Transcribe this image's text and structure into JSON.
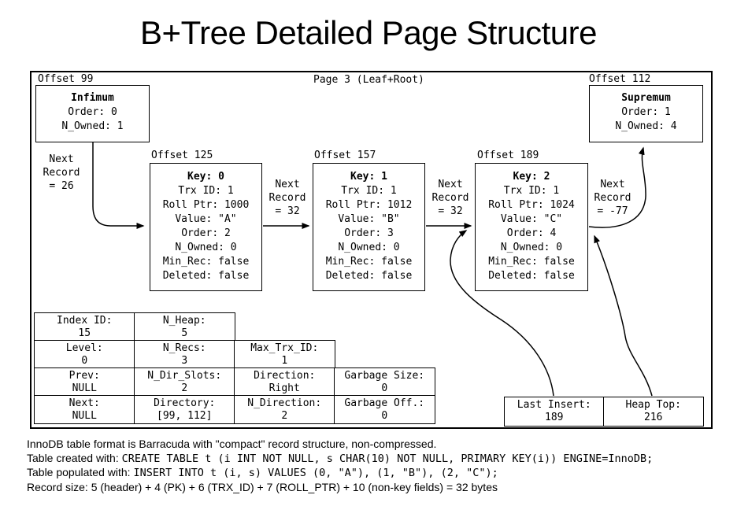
{
  "title": "B+Tree Detailed Page Structure",
  "diagram": {
    "page_label": "Page 3 (Leaf+Root)",
    "infimum": {
      "offset": "Offset 99",
      "name": "Infimum",
      "lines": [
        "Order: 0",
        "N_Owned: 1"
      ]
    },
    "supremum": {
      "offset": "Offset 112",
      "name": "Supremum",
      "lines": [
        "Order: 1",
        "N_Owned: 4"
      ]
    },
    "records": [
      {
        "offset": "Offset 125",
        "title": "Key: 0",
        "lines": [
          "Trx ID: 1",
          "Roll Ptr: 1000",
          "Value: \"A\"",
          "Order: 2",
          "N_Owned: 0",
          "Min_Rec: false",
          "Deleted: false"
        ]
      },
      {
        "offset": "Offset 157",
        "title": "Key: 1",
        "lines": [
          "Trx ID: 1",
          "Roll Ptr: 1012",
          "Value: \"B\"",
          "Order: 3",
          "N_Owned: 0",
          "Min_Rec: false",
          "Deleted: false"
        ]
      },
      {
        "offset": "Offset 189",
        "title": "Key: 2",
        "lines": [
          "Trx ID: 1",
          "Roll Ptr: 1024",
          "Value: \"C\"",
          "Order: 4",
          "N_Owned: 0",
          "Min_Rec: false",
          "Deleted: false"
        ]
      }
    ],
    "next_labels": {
      "infimum_to_key0": [
        "Next",
        "Record",
        "= 26"
      ],
      "key0_to_key1": [
        "Next",
        "Record",
        "= 32"
      ],
      "key1_to_key2": [
        "Next",
        "Record",
        "= 32"
      ],
      "key2_to_supremum": [
        "Next",
        "Record",
        "= -77"
      ]
    },
    "header_table": {
      "rows": [
        [
          {
            "label": "Index ID:",
            "value": "15"
          },
          {
            "label": "N_Heap:",
            "value": "5"
          }
        ],
        [
          {
            "label": "Level:",
            "value": "0"
          },
          {
            "label": "N_Recs:",
            "value": "3"
          },
          {
            "label": "Max_Trx_ID:",
            "value": "1"
          }
        ],
        [
          {
            "label": "Prev:",
            "value": "NULL"
          },
          {
            "label": "N_Dir_Slots:",
            "value": "2"
          },
          {
            "label": "Direction:",
            "value": "Right"
          },
          {
            "label": "Garbage Size:",
            "value": "0"
          }
        ],
        [
          {
            "label": "Next:",
            "value": "NULL"
          },
          {
            "label": "Directory:",
            "value": "[99, 112]"
          },
          {
            "label": "N_Direction:",
            "value": "2"
          },
          {
            "label": "Garbage Off.:",
            "value": "0"
          }
        ]
      ]
    },
    "last_insert": {
      "label": "Last Insert:",
      "value": "189"
    },
    "heap_top": {
      "label": "Heap Top:",
      "value": "216"
    }
  },
  "footer": {
    "line1": "InnoDB table format is Barracuda with \"compact\" record structure, non-compressed.",
    "line2_prefix": "Table created with: ",
    "line2_code": "CREATE TABLE t (i INT NOT NULL, s CHAR(10) NOT NULL, PRIMARY KEY(i)) ENGINE=InnoDB;",
    "line3_prefix": "Table populated with: ",
    "line3_code": "INSERT INTO t (i, s) VALUES (0, \"A\"), (1, \"B\"), (2, \"C\");",
    "line4": "Record size: 5 (header) + 4 (PK) + 6 (TRX_ID) + 7 (ROLL_PTR) + 10 (non-key fields) = 32 bytes"
  }
}
